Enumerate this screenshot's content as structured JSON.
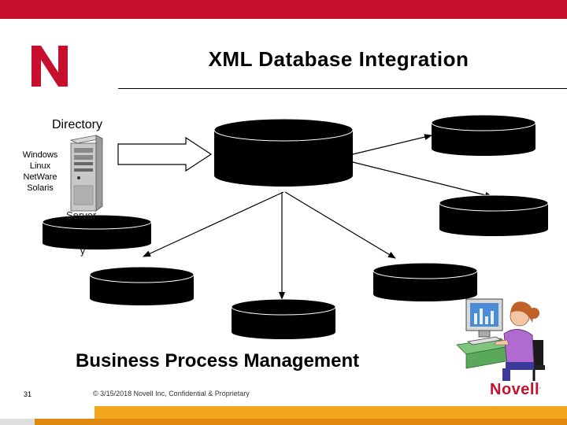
{
  "title": "XML Database Integration",
  "directory_label": "Directory",
  "os_list": [
    "Windows",
    "Linux",
    "NetWare",
    "Solaris"
  ],
  "server_label": "Server",
  "stray_char": "y",
  "business_label": "Business Process Management",
  "footer": {
    "page_number": "31",
    "copyright": "© 3/15/2018 Novell Inc, Confidential & Proprietary",
    "brand": "Novell",
    "brand_mark": "."
  },
  "colors": {
    "brand_red": "#c8102e",
    "accent_orange": "#f2a51d",
    "cylinder": "#000000"
  },
  "icons": [
    "novell-n-logo",
    "server-tower-icon",
    "person-at-computer-icon"
  ]
}
